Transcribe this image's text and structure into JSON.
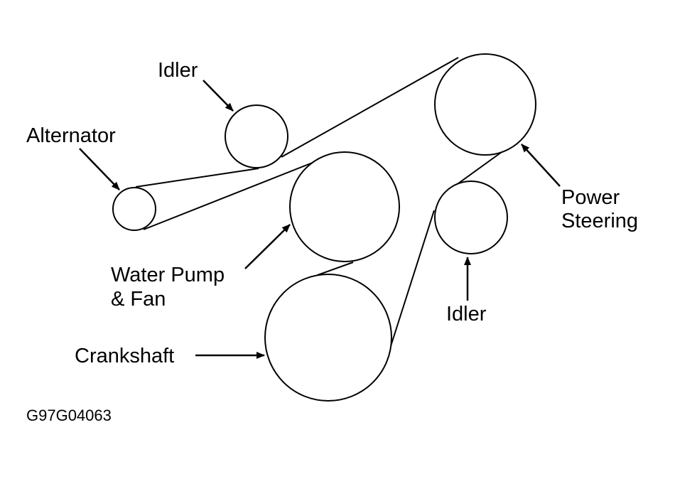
{
  "labels": {
    "idler_top": "Idler",
    "alternator": "Alternator",
    "power_steering_line1": "Power",
    "power_steering_line2": "Steering",
    "water_pump_line1": "Water Pump",
    "water_pump_line2": "& Fan",
    "idler_bottom": "Idler",
    "crankshaft": "Crankshaft"
  },
  "figure_code": "G97G04063",
  "colors": {
    "stroke": "#000000",
    "background": "#ffffff"
  }
}
